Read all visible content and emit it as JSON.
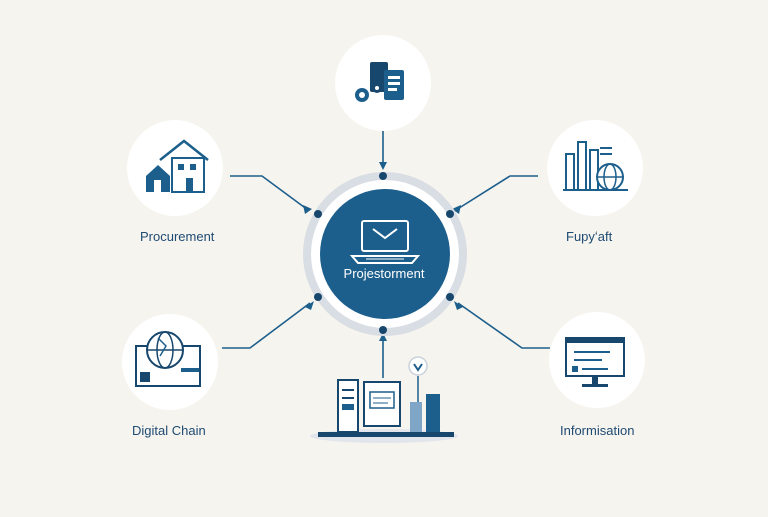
{
  "diagram": {
    "center": {
      "label": "Projestorment",
      "icon": "laptop-icon"
    },
    "nodes": [
      {
        "id": "top",
        "label": "",
        "icon": "documents-gears-icon"
      },
      {
        "id": "left-upper",
        "label": "Procurement",
        "icon": "house-icon"
      },
      {
        "id": "right-upper",
        "label": "Fupyʻaft",
        "icon": "bar-chart-globe-icon"
      },
      {
        "id": "left-lower",
        "label": "Digital Chain",
        "icon": "globe-card-icon"
      },
      {
        "id": "right-lower",
        "label": "Informisation",
        "icon": "monitor-icon"
      },
      {
        "id": "bottom",
        "label": "",
        "icon": "workstation-icon"
      }
    ]
  },
  "colors": {
    "primary": "#1d5f8c",
    "dark": "#18476d",
    "ring": "#d9dde4",
    "background": "#f6f4ee",
    "node": "#ffffff"
  }
}
